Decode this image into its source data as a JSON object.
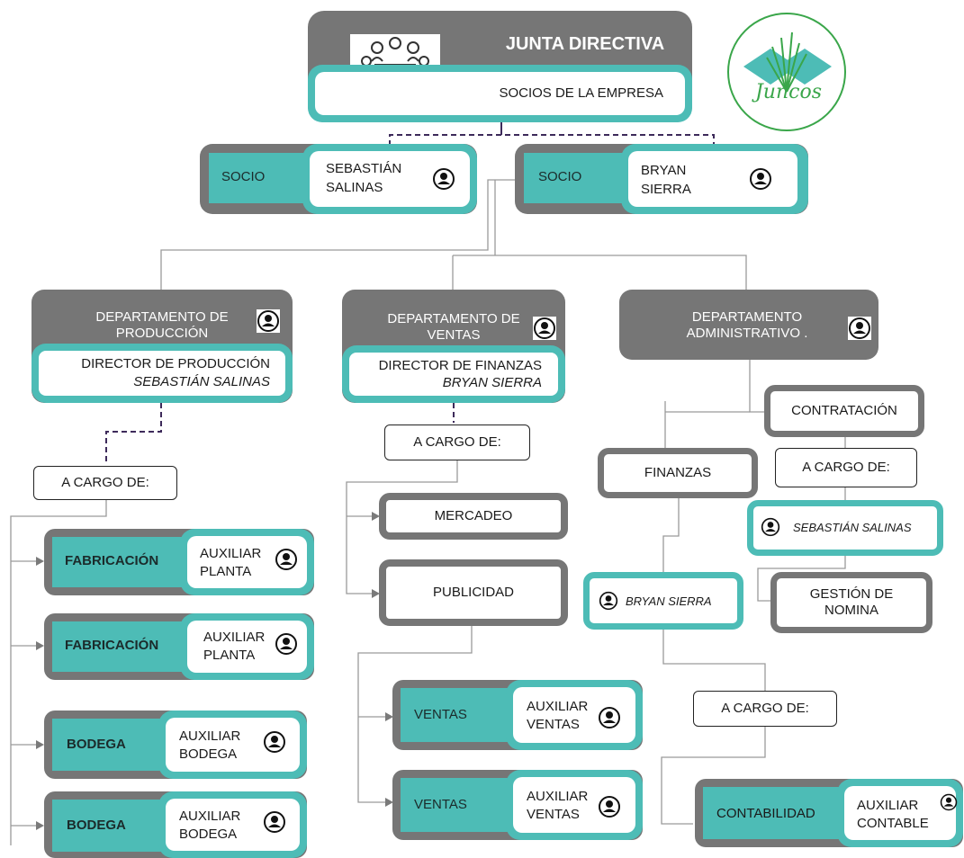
{
  "header": {
    "title": "JUNTA DIRECTIVA",
    "subtitle": "SOCIOS DE LA EMPRESA",
    "logo_text": "Juncos"
  },
  "socios": [
    {
      "role": "SOCIO",
      "name_line1": "SEBASTIÁN",
      "name_line2": "SALINAS"
    },
    {
      "role": "SOCIO",
      "name_line1": "BRYAN",
      "name_line2": "SIERRA"
    }
  ],
  "departments": {
    "produccion": {
      "title_line1": "DEPARTAMENTO  DE",
      "title_line2": "PRODUCCIÓN",
      "director_title": "DIRECTOR DE PRODUCCIÓN",
      "director_name": "SEBASTIÁN SALINAS"
    },
    "ventas": {
      "title_line1": "DEPARTAMENTO DE",
      "title_line2": "VENTAS",
      "director_title": "DIRECTOR DE FINANZAS",
      "director_name": "BRYAN SIERRA"
    },
    "administrativo": {
      "title_line1": "DEPARTAMENTO",
      "title_line2": "ADMINISTRATIVO",
      "title_dot": "."
    }
  },
  "a_cargo_label": "A CARGO DE:",
  "produccion_units": [
    {
      "area": "FABRICACIÓN",
      "role_line1": "AUXILIAR",
      "role_line2": "PLANTA"
    },
    {
      "area": "FABRICACIÓN",
      "role_line1": "AUXILIAR",
      "role_line2": "PLANTA"
    },
    {
      "area": "BODEGA",
      "role_line1": "AUXILIAR",
      "role_line2": "BODEGA"
    },
    {
      "area": "BODEGA",
      "role_line1": "AUXILIAR",
      "role_line2": "BODEGA"
    }
  ],
  "ventas_areas": {
    "mercadeo": "MERCADEO",
    "publicidad": "PUBLICIDAD"
  },
  "ventas_units": [
    {
      "area": "VENTAS",
      "role_line1": "AUXILIAR",
      "role_line2": "VENTAS"
    },
    {
      "area": "VENTAS",
      "role_line1": "AUXILIAR",
      "role_line2": "VENTAS"
    }
  ],
  "admin": {
    "finanzas": "FINANZAS",
    "bryan": "BRYAN SIERRA",
    "contratacion": "CONTRATACIÓN",
    "sebastian": "SEBASTIÁN SALINAS",
    "nomina_line1": "GESTIÓN DE",
    "nomina_line2": "NOMINA",
    "contabilidad": "CONTABILIDAD",
    "aux_contable_line1": "AUXILIAR",
    "aux_contable_line2": "CONTABLE"
  },
  "colors": {
    "teal": "#4dbcb6",
    "gray": "#767676",
    "dashed": "#3d2a5a",
    "logo_green": "#3aa64a"
  }
}
